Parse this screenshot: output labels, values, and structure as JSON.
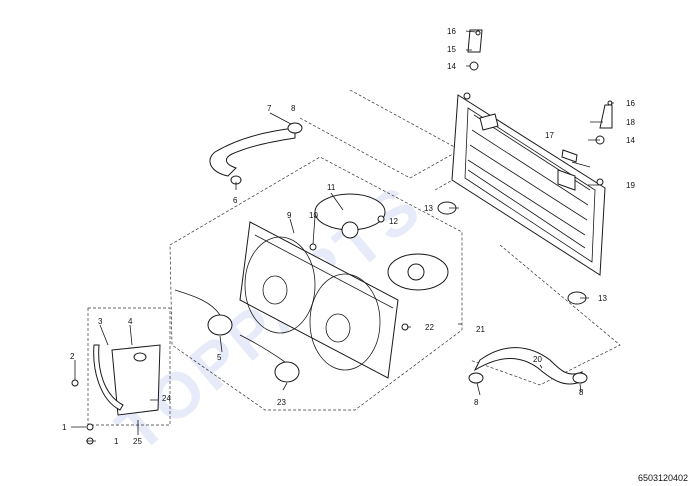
{
  "watermark": "TOPPARTS",
  "figure_code": "6503120402",
  "callouts": {
    "c1a": "1",
    "c1b": "1",
    "c2": "2",
    "c3": "3",
    "c4": "4",
    "c5": "5",
    "c6": "6",
    "c7": "7",
    "c8a": "8",
    "c8b": "8",
    "c8c": "8",
    "c9": "9",
    "c10": "10",
    "c11": "11",
    "c12": "12",
    "c13a": "13",
    "c13b": "13",
    "c14a": "14",
    "c14b": "14",
    "c15": "15",
    "c16a": "16",
    "c16b": "16",
    "c17": "17",
    "c18": "18",
    "c19": "19",
    "c20": "20",
    "c21": "21",
    "c22": "22",
    "c23": "23",
    "c24": "24",
    "c25": "25"
  }
}
